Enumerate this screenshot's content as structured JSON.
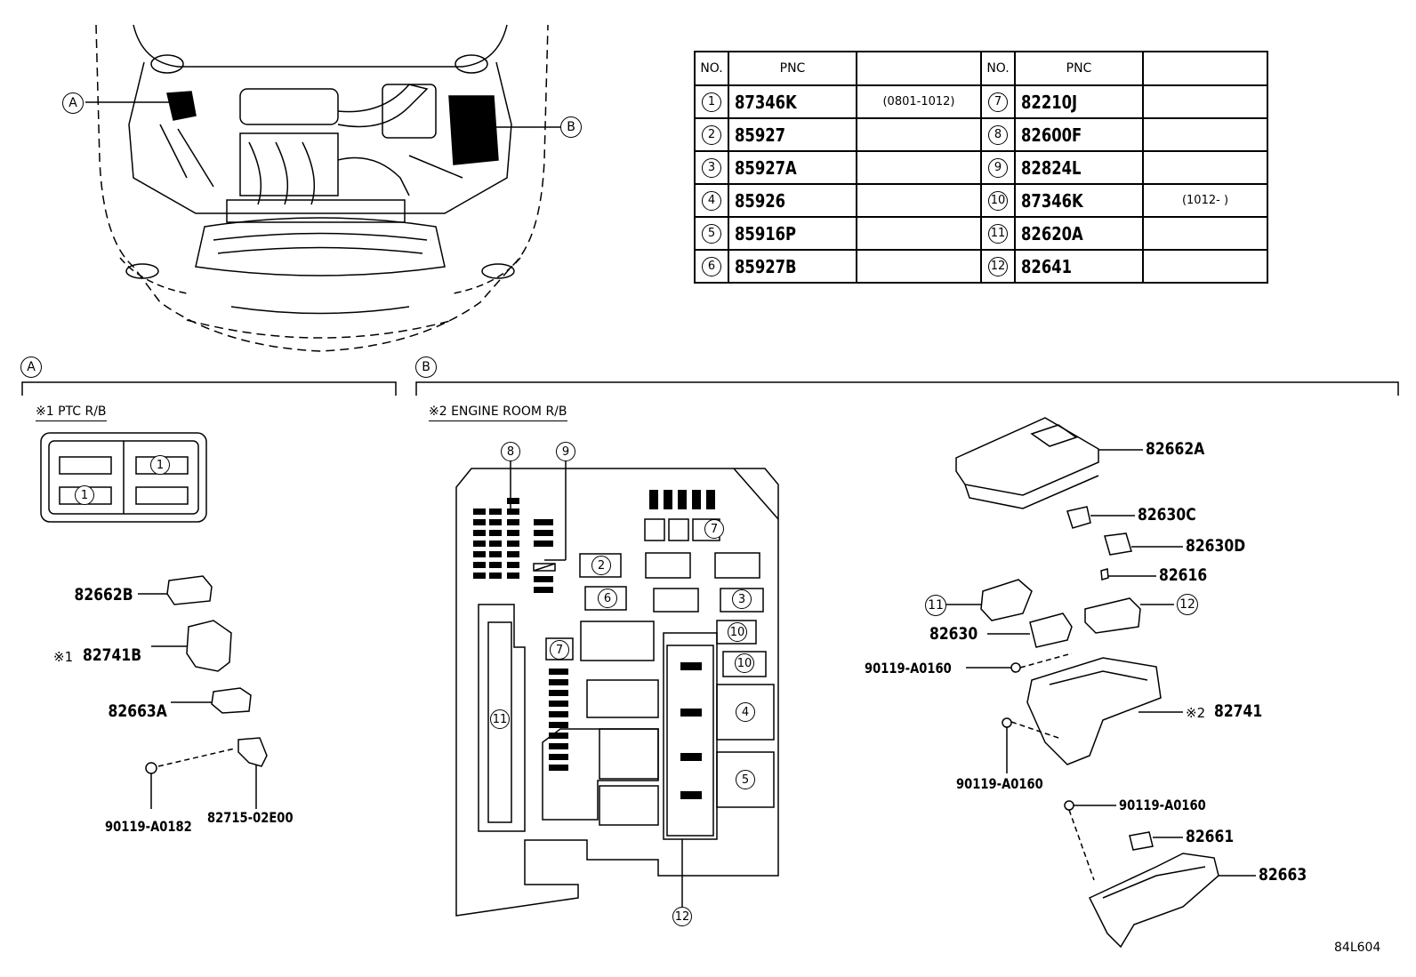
{
  "diagram_code": "84L604",
  "callouts": {
    "a": "A",
    "b": "B"
  },
  "table": {
    "headers": {
      "no": "NO.",
      "pnc": "PNC",
      "no2": "NO.",
      "pnc2": "PNC"
    },
    "rows": [
      {
        "no": "1",
        "pnc": "87346K",
        "note": "(0801-1012)",
        "no2": "7",
        "pnc2": "82210J",
        "note2": ""
      },
      {
        "no": "2",
        "pnc": "85927",
        "note": "",
        "no2": "8",
        "pnc2": "82600F",
        "note2": ""
      },
      {
        "no": "3",
        "pnc": "85927A",
        "note": "",
        "no2": "9",
        "pnc2": "82824L",
        "note2": ""
      },
      {
        "no": "4",
        "pnc": "85926",
        "note": "",
        "no2": "10",
        "pnc2": "87346K",
        "note2": "(1012-      )"
      },
      {
        "no": "5",
        "pnc": "85916P",
        "note": "",
        "no2": "11",
        "pnc2": "82620A",
        "note2": ""
      },
      {
        "no": "6",
        "pnc": "85927B",
        "note": "",
        "no2": "12",
        "pnc2": "82641",
        "note2": ""
      }
    ]
  },
  "section_a": {
    "title": "※1 PTC R/B",
    "relay_box_label": "1",
    "parts": {
      "p1": "82662B",
      "p2_mark": "※1",
      "p2": "82741B",
      "p3": "82663A",
      "p4": "90119-A0182",
      "p5": "82715-02E00"
    }
  },
  "section_b": {
    "title": "※2 ENGINE ROOM R/B",
    "box_numbers": [
      "8",
      "9",
      "2",
      "7",
      "6",
      "3",
      "10",
      "10",
      "7",
      "4",
      "11",
      "5",
      "12"
    ],
    "parts": {
      "p1": "82662A",
      "p2": "82630C",
      "p3": "82630D",
      "p4": "82616",
      "p5": "11",
      "p6": "12",
      "p7": "82630",
      "p8": "90119-A0160",
      "p9_mark": "※2",
      "p9": "82741",
      "p10": "90119-A0160",
      "p11": "90119-A0160",
      "p12": "82661",
      "p13": "82663"
    }
  }
}
